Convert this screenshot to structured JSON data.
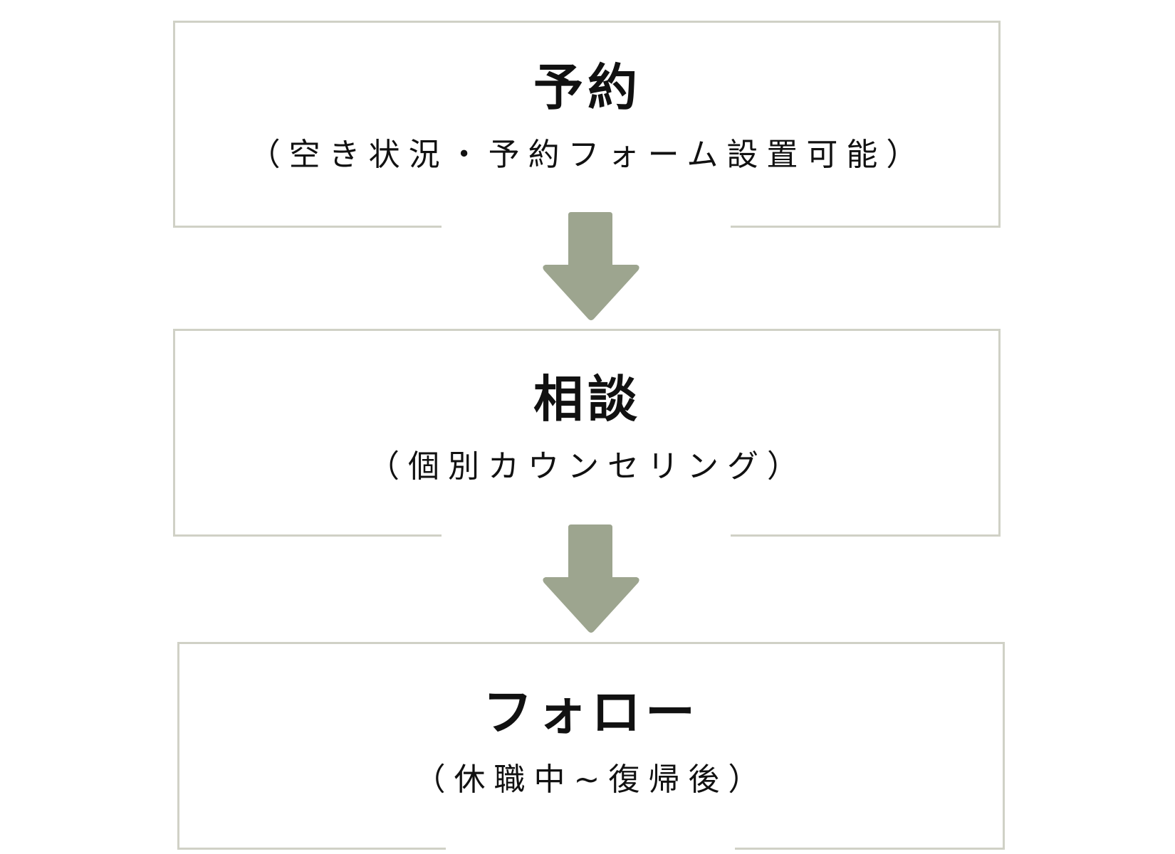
{
  "steps": [
    {
      "title": "予約",
      "subtitle": "（空き状況・予約フォーム設置可能）"
    },
    {
      "title": "相談",
      "subtitle": "（個別カウンセリング）"
    },
    {
      "title": "フォロー",
      "subtitle": "（休職中~復帰後）"
    }
  ],
  "colors": {
    "border": "#d0d1c6",
    "arrow": "#9da58f"
  }
}
